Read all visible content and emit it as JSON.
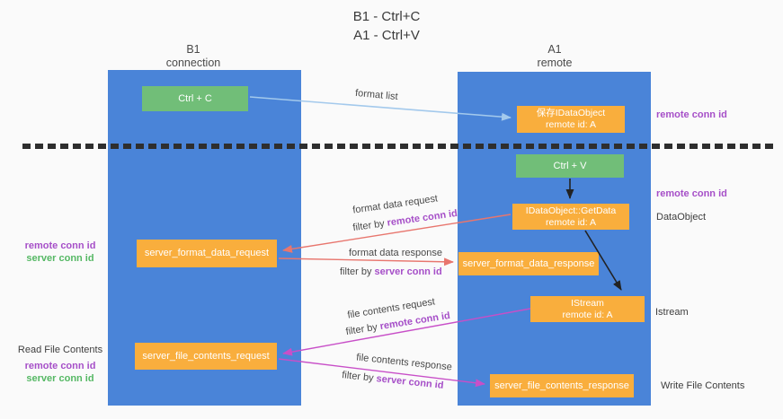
{
  "title": {
    "line1": "B1 - Ctrl+C",
    "line2": "A1 - Ctrl+V"
  },
  "lanes": {
    "left": {
      "title": "B1",
      "subtitle": "connection"
    },
    "right": {
      "title": "A1",
      "subtitle": "remote"
    }
  },
  "boxes": {
    "ctrl_c": {
      "label": "Ctrl + C"
    },
    "ctrl_v": {
      "label": "Ctrl + V"
    },
    "save_idataobject": {
      "line1": "保存IDataObject",
      "line2": "remote id: A"
    },
    "getdata": {
      "line1": "IDataObject::GetData",
      "line2": "remote id: A"
    },
    "istream": {
      "line1": "IStream",
      "line2": "remote id: A"
    },
    "server_format_data_request": {
      "label": "server_format_data_request"
    },
    "server_format_data_response": {
      "label": "server_format_data_response"
    },
    "server_file_contents_request": {
      "label": "server_file_contents_request"
    },
    "server_file_contents_response": {
      "label": "server_file_contents_response"
    }
  },
  "left_annotations": {
    "format_remote": "remote conn id",
    "format_server": "server conn id",
    "read_title": "Read File Contents",
    "file_remote": "remote conn id",
    "file_server": "server conn id"
  },
  "right_annotations": {
    "remote_conn_id_top": "remote conn id",
    "remote_conn_id_mid": "remote conn id",
    "dataobject": "DataObject",
    "istream": "Istream",
    "write_title": "Write File Contents"
  },
  "flow_labels": {
    "format_list": "format list",
    "format_data_request": "format data request",
    "filter_remote_1": {
      "prefix": "filter by ",
      "highlight": "remote conn id"
    },
    "format_data_response": "format data response",
    "filter_server_1": {
      "prefix": "filter by ",
      "highlight": "server conn id"
    },
    "file_contents_request": "file contents request",
    "filter_remote_2": {
      "prefix": "filter by ",
      "highlight": "remote conn id"
    },
    "file_contents_response": "file contents response",
    "filter_server_2": {
      "prefix": "filter by ",
      "highlight": "server conn id"
    }
  },
  "colors": {
    "lane_blue": "#4A84D8",
    "box_green": "#71BE78",
    "box_orange": "#F9AE3D",
    "purple_text": "#A64FC8",
    "green_text": "#55B864",
    "arrow_red": "#E8766E",
    "arrow_magenta": "#C84FC8",
    "arrow_light_blue": "#A3C9EC",
    "arrow_black": "#222222",
    "background": "#FAFAFA"
  }
}
